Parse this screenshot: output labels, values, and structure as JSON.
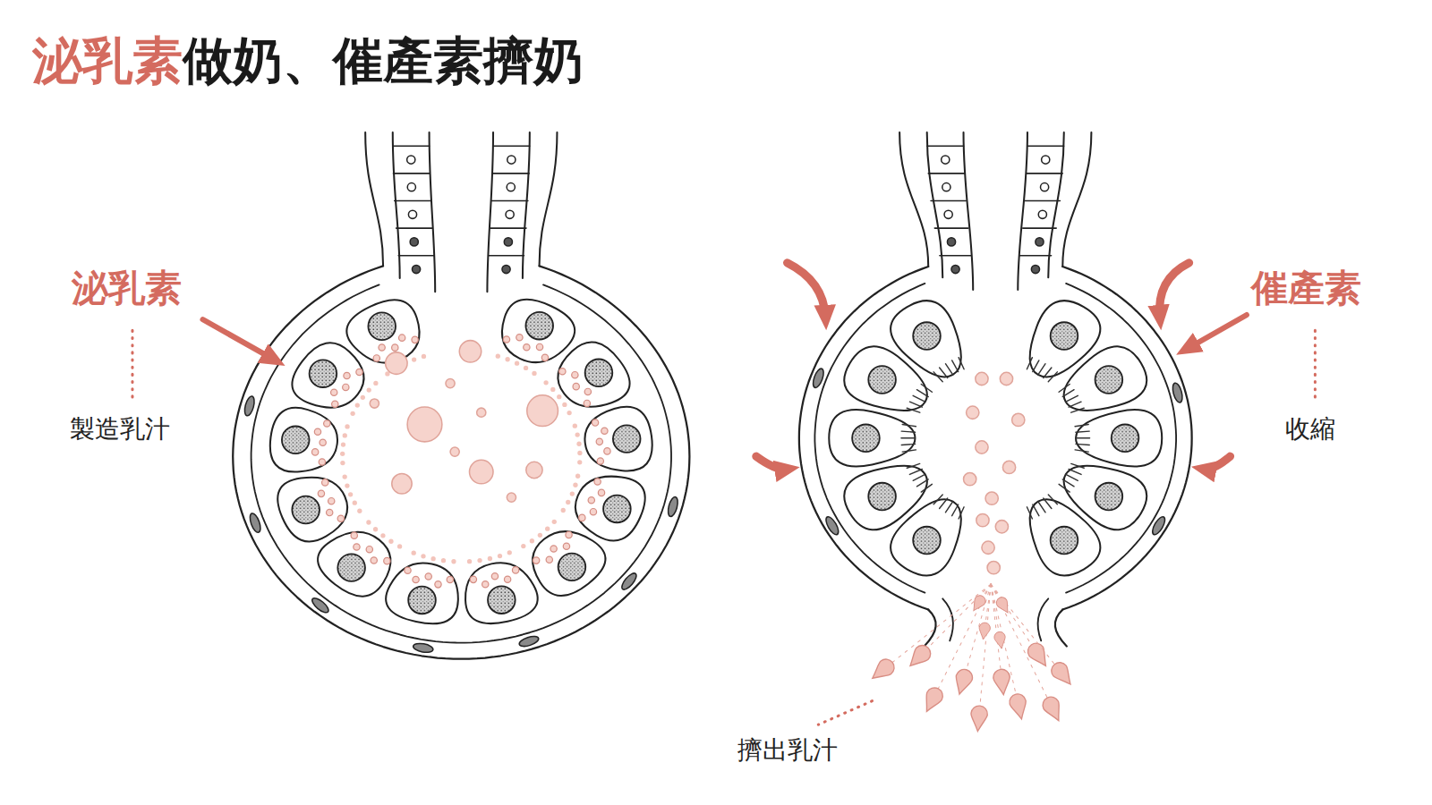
{
  "diagram": {
    "title": "泌乳素做奶、催產素擠奶",
    "labels": [
      "泌乳素",
      "製造乳汁",
      "催產素",
      "收縮",
      "擠出乳汁"
    ]
  }
}
